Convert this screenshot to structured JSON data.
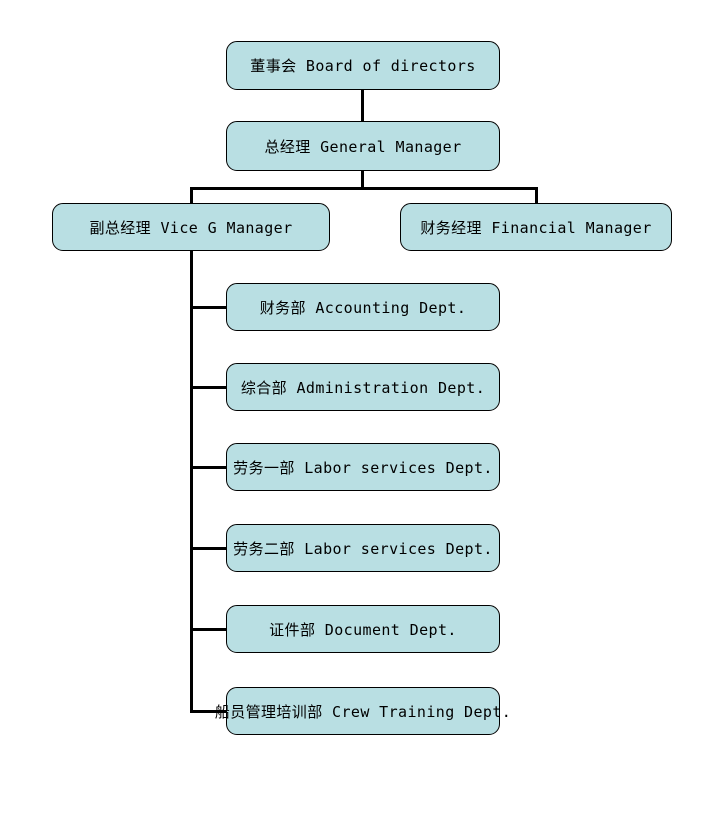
{
  "chart_data": {
    "type": "diagram",
    "diagram_type": "organizational-chart",
    "title": "",
    "orientation": "top-down-with-left-spine",
    "node_fill_color": "#b9dfe3",
    "node_border_color": "#000000",
    "connector_color": "#000000",
    "background_color": "#ffffff",
    "nodes": [
      {
        "id": "board",
        "label": "董事会 Board of directors",
        "level": 0
      },
      {
        "id": "gm",
        "label": "总经理 General Manager",
        "level": 1
      },
      {
        "id": "vgm",
        "label": "副总经理 Vice G Manager",
        "level": 2
      },
      {
        "id": "fm",
        "label": "财务经理 Financial Manager",
        "level": 2
      },
      {
        "id": "accounting",
        "label": "财务部 Accounting Dept.",
        "level": 3
      },
      {
        "id": "admin",
        "label": "综合部 Administration Dept.",
        "level": 3
      },
      {
        "id": "labor1",
        "label": "劳务一部 Labor services Dept.",
        "level": 3
      },
      {
        "id": "labor2",
        "label": "劳务二部 Labor services Dept.",
        "level": 3
      },
      {
        "id": "document",
        "label": "证件部 Document Dept.",
        "level": 3
      },
      {
        "id": "crew",
        "label": "船员管理培训部 Crew Training Dept.",
        "level": 3
      }
    ],
    "edges": [
      {
        "from": "board",
        "to": "gm"
      },
      {
        "from": "gm",
        "to": "vgm"
      },
      {
        "from": "gm",
        "to": "fm"
      },
      {
        "from": "vgm",
        "to": "accounting"
      },
      {
        "from": "vgm",
        "to": "admin"
      },
      {
        "from": "vgm",
        "to": "labor1"
      },
      {
        "from": "vgm",
        "to": "labor2"
      },
      {
        "from": "vgm",
        "to": "document"
      },
      {
        "from": "vgm",
        "to": "crew"
      }
    ]
  },
  "nodes": {
    "board": {
      "label": "董事会 Board of directors"
    },
    "gm": {
      "label": "总经理 General Manager"
    },
    "vgm": {
      "label": "副总经理 Vice G Manager"
    },
    "fm": {
      "label": "财务经理 Financial Manager"
    },
    "accounting": {
      "label": "财务部 Accounting Dept."
    },
    "admin": {
      "label": "综合部 Administration Dept."
    },
    "labor1": {
      "label": "劳务一部 Labor services Dept."
    },
    "labor2": {
      "label": "劳务二部 Labor services Dept."
    },
    "document": {
      "label": "证件部 Document Dept."
    },
    "crew": {
      "label": "船员管理培训部 Crew Training Dept."
    }
  }
}
